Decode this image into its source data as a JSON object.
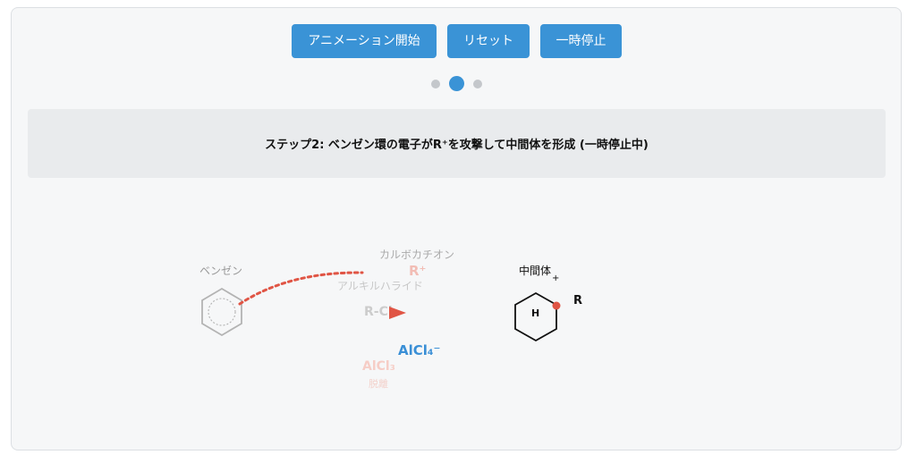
{
  "controls": {
    "start_label": "アニメーション開始",
    "reset_label": "リセット",
    "pause_label": "一時停止"
  },
  "progress": {
    "total_steps": 3,
    "current_step": 2
  },
  "status": {
    "message": "ステップ2: ベンゼン環の電子がR⁺を攻撃して中間体を形成 (一時停止中)"
  },
  "diagram": {
    "benzene_label": "ベンゼン",
    "carbocation_label": "カルボカチオン",
    "r_plus": "R⁺",
    "alkyl_halide_label": "アルキルハライド",
    "rcl": "R-Cl",
    "alcl4": "AlCl₄⁻",
    "alcl3": "AlCl₃",
    "desorption_label": "脱離",
    "intermediate_label": "中間体",
    "plus_sign": "+",
    "h_label": "H",
    "r_label": "R"
  },
  "colors": {
    "accent": "#3a93d6",
    "arrow_red": "#e05545",
    "alcl4_blue": "#3a8fd6"
  }
}
